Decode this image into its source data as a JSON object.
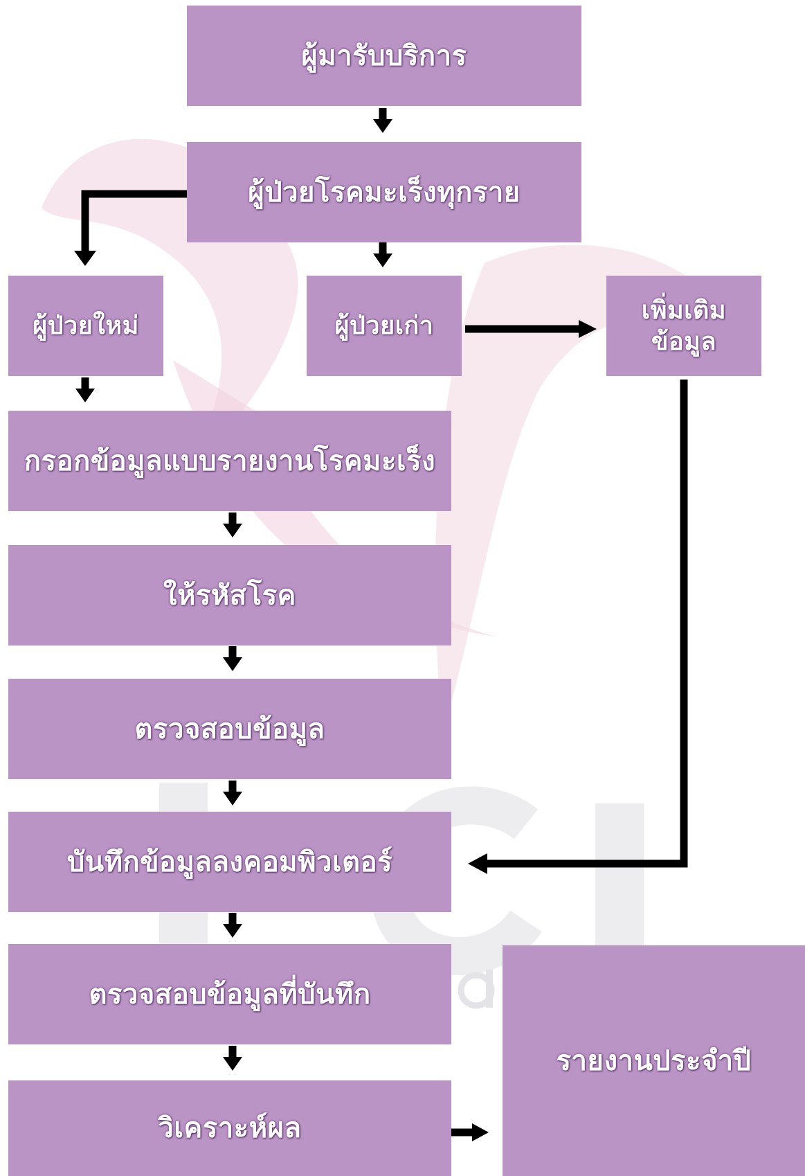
{
  "colors": {
    "box_fill": "#b994c4",
    "box_text": "#ffffff",
    "arrow": "#000000"
  },
  "boxes": {
    "service_recipients": "ผู้มารับบริการ",
    "all_cancer_patients": "ผู้ป่วยโรคมะเร็งทุกราย",
    "new_patients": "ผู้ป่วยใหม่",
    "old_patients": "ผู้ป่วยเก่า",
    "additional_info": "เพิ่มเติม\nข้อมูล",
    "fill_report_form": "กรอกข้อมูลแบบรายงานโรคมะเร็ง",
    "assign_disease_code": "ให้รหัสโรค",
    "verify_data": "ตรวจสอบข้อมูล",
    "record_to_computer": "บันทึกข้อมูลลงคอมพิวเตอร์",
    "verify_recorded_data": "ตรวจสอบข้อมูลที่บันทึก",
    "analyze_results": "วิเคราะห์ผล",
    "annual_report": "รายงานประจำปี"
  }
}
